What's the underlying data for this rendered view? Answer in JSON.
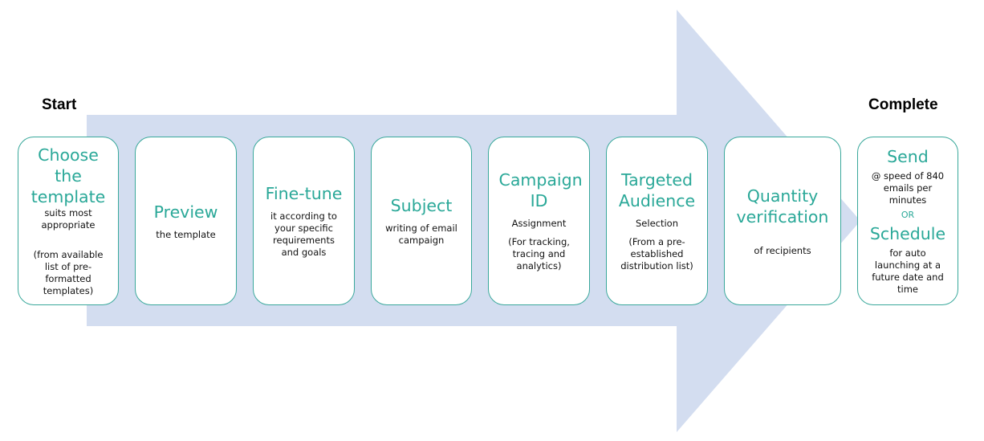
{
  "colors": {
    "arrow": "#d3ddf0",
    "box_border": "#39a89b",
    "title": "#2aa898"
  },
  "labels": {
    "start": "Start",
    "complete": "Complete"
  },
  "steps": [
    {
      "title": "Choose the template",
      "desc1": "suits most appropriate",
      "desc2": "(from available list of pre-formatted templates)"
    },
    {
      "title": "Preview",
      "desc1": "the template"
    },
    {
      "title": "Fine-tune",
      "desc1": "it according to your specific requirements and goals"
    },
    {
      "title": "Subject",
      "desc1": "writing of email campaign"
    },
    {
      "title": "Campaign ID",
      "desc1": "Assignment",
      "desc2": "(For tracking, tracing and analytics)"
    },
    {
      "title": "Targeted Audience",
      "desc1": "Selection",
      "desc2": "(From a pre-established distribution list)"
    },
    {
      "title": "Quantity verification",
      "desc1": "of recipients"
    },
    {
      "title": "Send",
      "desc1": "@ speed of 840 emails per minutes",
      "or": "OR",
      "title2": "Schedule",
      "desc2": "for auto launching at a future date and time"
    }
  ]
}
